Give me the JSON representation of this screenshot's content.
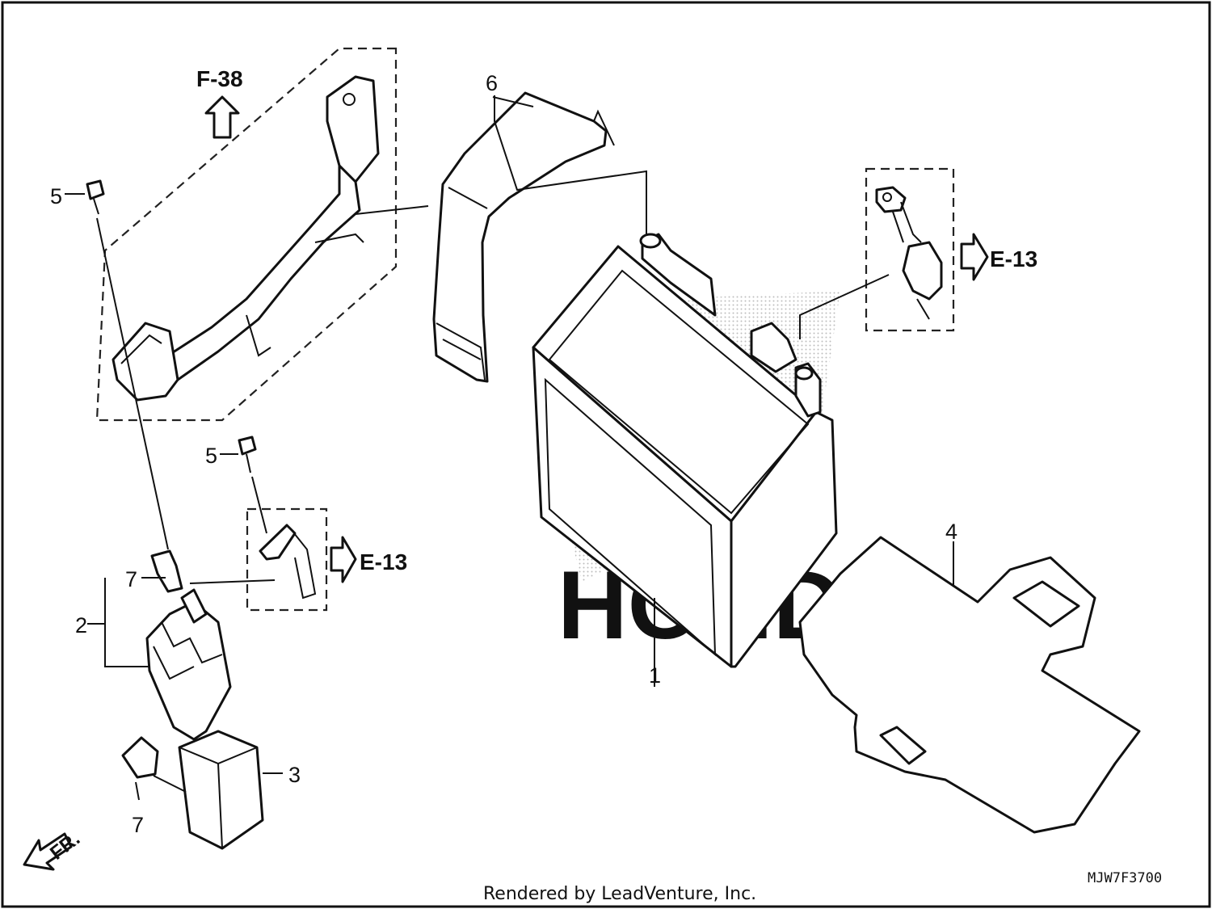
{
  "diagram": {
    "labels": {
      "p1": "1",
      "p2": "2",
      "p3": "3",
      "p4": "4",
      "p5a": "5",
      "p5b": "5",
      "p6": "6",
      "p7a": "7",
      "p7b": "7"
    },
    "refs": {
      "f38": "F-38",
      "e13_top": "E-13",
      "e13_bottom": "E-13"
    },
    "direction": "FR.",
    "code": "MJW7F3700",
    "watermark": "HONDA"
  },
  "footer": {
    "credit": "Rendered by LeadVenture, Inc."
  },
  "colors": {
    "line": "#111111",
    "background": "#ffffff",
    "watermark": "#c8c8c8"
  }
}
